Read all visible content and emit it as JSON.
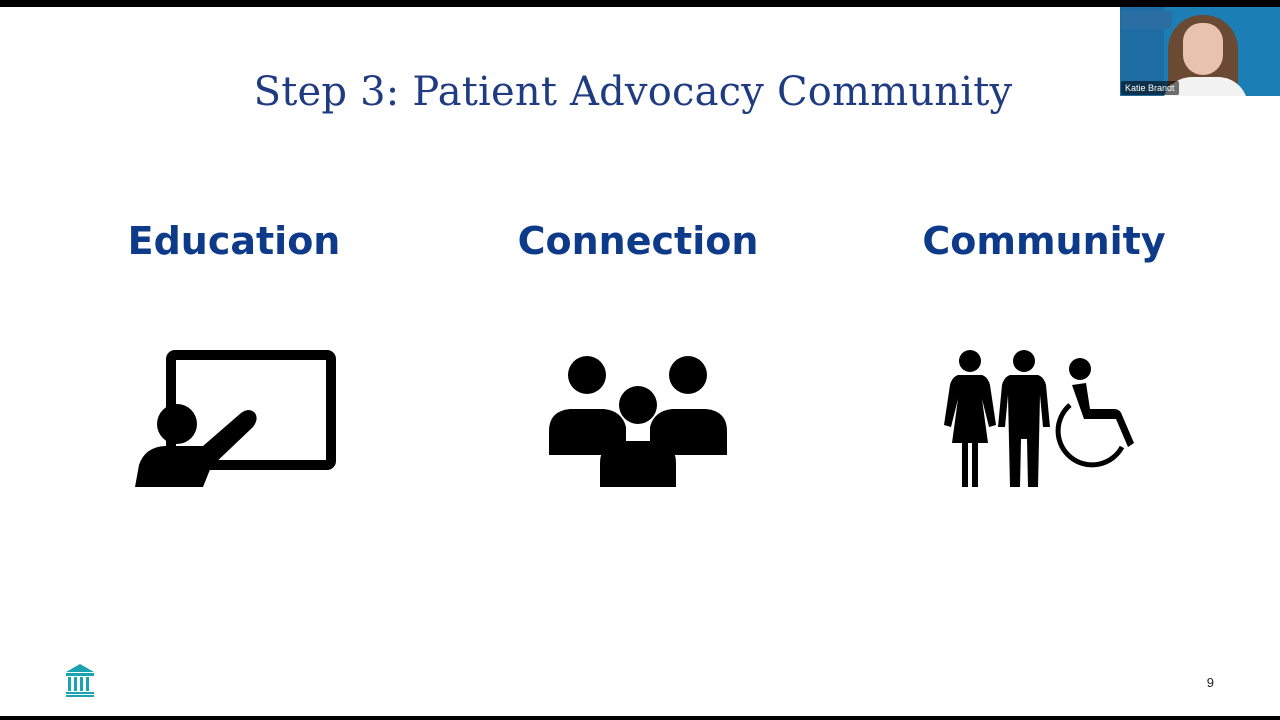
{
  "slide": {
    "title": "Step 3: Patient Advocacy Community",
    "page_number": "9",
    "pillars": [
      {
        "label": "Education",
        "icon": "teacher-at-board-icon"
      },
      {
        "label": "Connection",
        "icon": "group-of-people-icon"
      },
      {
        "label": "Community",
        "icon": "diverse-people-wheelchair-icon"
      }
    ],
    "logo_icon": "institution-building-icon"
  },
  "video_tile": {
    "participant_name": "Katie Brandt"
  },
  "colors": {
    "title": "#1f3b82",
    "pillar_heading": "#0e3a8a",
    "logo": "#1aa3b0",
    "video_bg": "#1b7fb6"
  }
}
